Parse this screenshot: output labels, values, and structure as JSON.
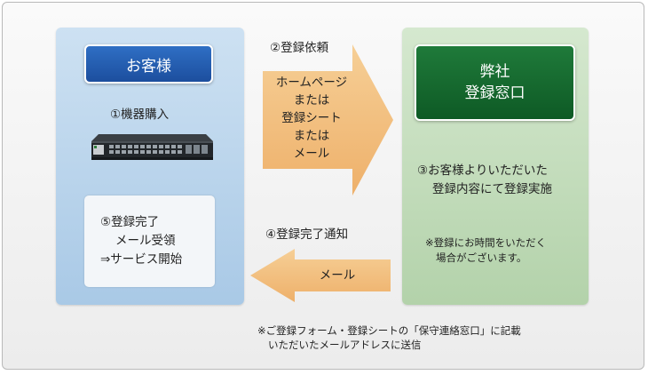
{
  "customer": {
    "title": "お客様",
    "step1": "①機器購入",
    "step5": {
      "line1": "⑤登録完了",
      "line2": "メール受領",
      "line3": "⇒サービス開始"
    }
  },
  "company": {
    "title_line1": "弊社",
    "title_line2": "登録窓口",
    "step3_line1": "③お客様よりいただいた",
    "step3_line2": "登録内容にて登録実施",
    "note_line1": "※登録にお時間をいただく",
    "note_line2": "場合がございます。"
  },
  "arrow_request": {
    "label": "②登録依頼",
    "line1": "ホームページ",
    "line2": "または",
    "line3": "登録シート",
    "line4": "または",
    "line5": "メール"
  },
  "arrow_complete": {
    "label": "④登録完了通知",
    "text": "メール"
  },
  "footnote": {
    "line1": "※ご登録フォーム・登録シートの「保守連絡窓口」に記載",
    "line2": "いただいたメールアドレスに送信"
  },
  "colors": {
    "customer_badge": "#1c4e9e",
    "company_badge": "#0e5a25",
    "arrow": "#f2bf7f"
  },
  "icons": {
    "device": "network-switch-icon"
  }
}
